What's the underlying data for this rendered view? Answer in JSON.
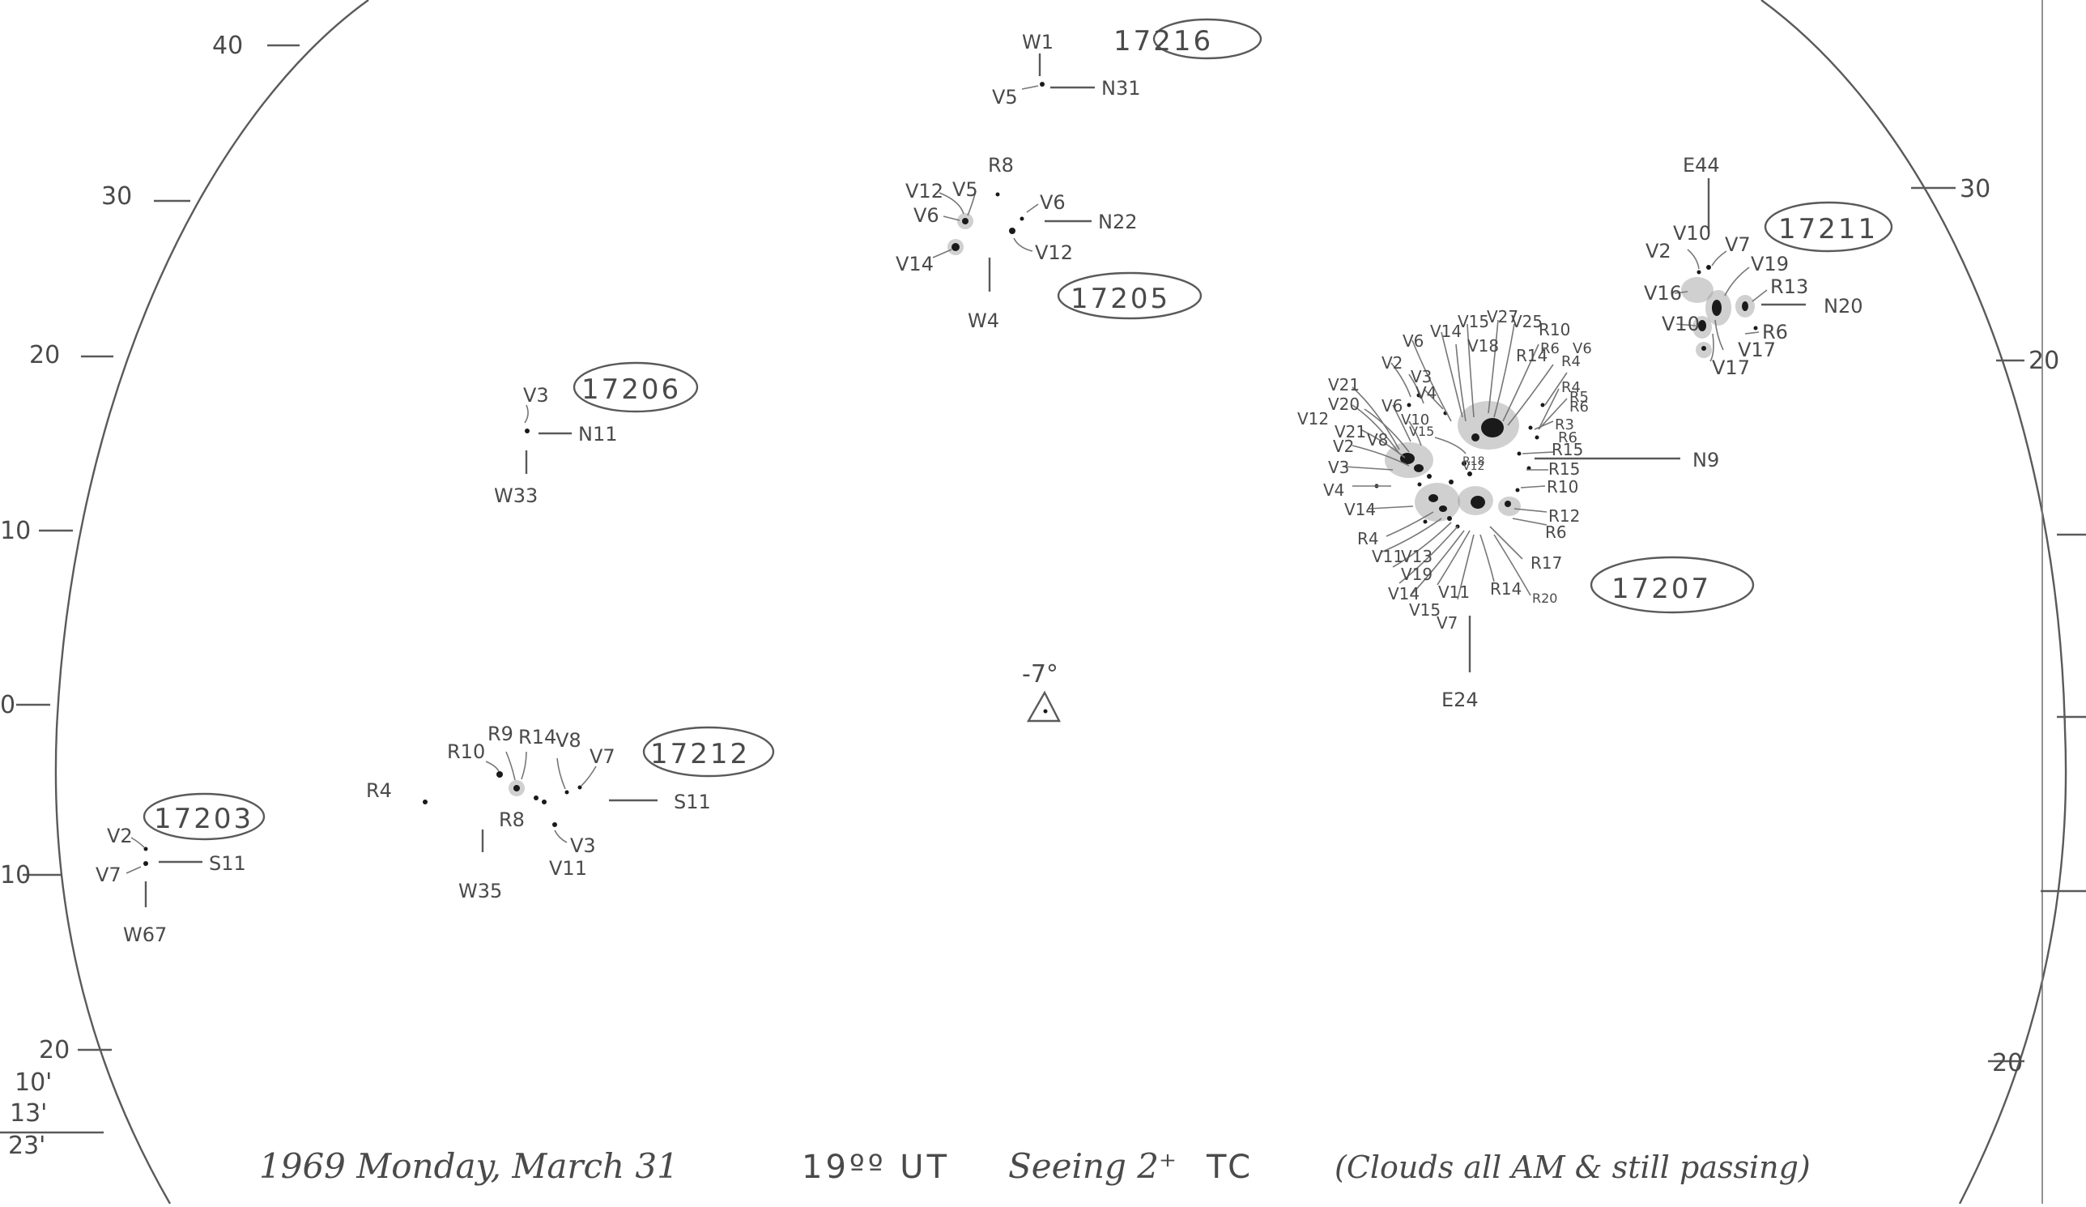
{
  "axis_labels": {
    "left": [
      "40",
      "30",
      "20",
      "10",
      "0",
      "10",
      "20"
    ],
    "right": [
      "30",
      "20",
      "20"
    ]
  },
  "corner_readout": [
    "10'",
    "13'",
    "23'"
  ],
  "center_mark": "-7°",
  "groups": [
    {
      "id": "17216",
      "pos": [
        "W1",
        "N31"
      ],
      "spots": [
        "V5"
      ]
    },
    {
      "id": "17205",
      "pos": [
        "W4",
        "N22"
      ],
      "spots": [
        "R8",
        "V12",
        "V5",
        "V6",
        "V14",
        "V6",
        "V12"
      ]
    },
    {
      "id": "17206",
      "pos": [
        "W33",
        "N11"
      ],
      "spots": [
        "V3"
      ]
    },
    {
      "id": "17212",
      "pos": [
        "W35",
        "S11"
      ],
      "spots": [
        "R4",
        "R10",
        "R9",
        "R14",
        "V8",
        "V7",
        "R8",
        "V3",
        "V11"
      ]
    },
    {
      "id": "17203",
      "pos": [
        "W67",
        "S11"
      ],
      "spots": [
        "V2",
        "V7"
      ]
    },
    {
      "id": "17207",
      "pos": [
        "E24",
        "N9"
      ],
      "spots": [
        "V6",
        "V14",
        "V15",
        "V27",
        "V25",
        "V2",
        "V3",
        "V4",
        "V18",
        "R14",
        "R10",
        "R6",
        "V6",
        "R4",
        "R4",
        "R5",
        "R6",
        "V21",
        "V20",
        "V6",
        "V10",
        "R3",
        "V12",
        "V21",
        "V2",
        "V8",
        "V15",
        "R6",
        "R15",
        "V3",
        "R18",
        "R15",
        "V4",
        "R10",
        "V14",
        "R12",
        "R6",
        "R4",
        "V11",
        "V13",
        "R17",
        "V19",
        "V14",
        "V11",
        "R14",
        "R20",
        "V15",
        "V7",
        "V12"
      ]
    },
    {
      "id": "17211",
      "pos": [
        "E44",
        "N20"
      ],
      "spots": [
        "V10",
        "V2",
        "V7",
        "V19",
        "R13",
        "V16",
        "V10",
        "R6",
        "V17",
        "V17"
      ]
    }
  ],
  "caption": {
    "date": "1969 Monday, March 31",
    "time": "19ºº UT",
    "seeing": "Seeing 2⁺",
    "observer": "TC",
    "note": "(Clouds all AM & still passing)"
  }
}
